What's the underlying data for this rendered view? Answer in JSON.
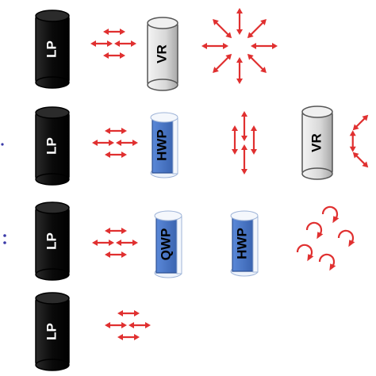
{
  "colors": {
    "arrow": "#e03030",
    "lp_body": "#111111",
    "vr_body": "#dcdcdc",
    "plate_body": "#4a78c8",
    "dots": "#3a3aa8"
  },
  "rows": [
    {
      "id": "row1",
      "components": [
        {
          "kind": "lp",
          "label": "LP"
        },
        {
          "kind": "arrows-parallel",
          "count": 3
        },
        {
          "kind": "vr",
          "label": "VR"
        },
        {
          "kind": "radial-arrows",
          "count": 8
        }
      ]
    },
    {
      "id": "row2",
      "components": [
        {
          "kind": "lp",
          "label": "LP"
        },
        {
          "kind": "arrows-parallel",
          "count": 3
        },
        {
          "kind": "plate",
          "label": "HWP"
        },
        {
          "kind": "arrows-vertical",
          "count": 3
        },
        {
          "kind": "vr",
          "label": "VR"
        },
        {
          "kind": "octagon-arrows"
        }
      ]
    },
    {
      "id": "row3",
      "components": [
        {
          "kind": "lp",
          "label": "LP"
        },
        {
          "kind": "arrows-parallel",
          "count": 3
        },
        {
          "kind": "plate",
          "label": "QWP"
        },
        {
          "kind": "plate",
          "label": "HWP"
        },
        {
          "kind": "curl-arrows",
          "count": 5
        }
      ]
    },
    {
      "id": "row4",
      "components": [
        {
          "kind": "lp",
          "label": "LP"
        },
        {
          "kind": "arrows-parallel",
          "count": 3
        }
      ]
    }
  ]
}
